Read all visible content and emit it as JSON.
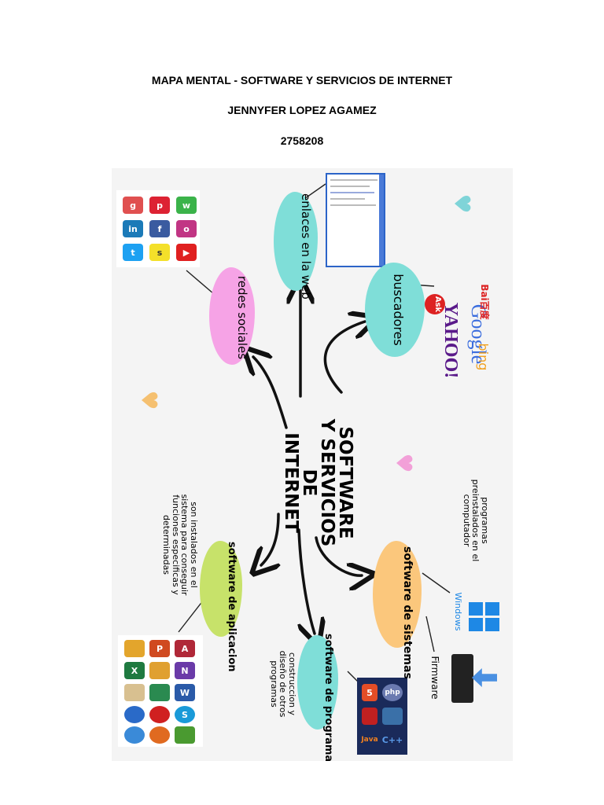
{
  "header": {
    "title": "MAPA MENTAL - SOFTWARE Y SERVICIOS DE INTERNET",
    "author": "JENNYFER LOPEZ AGAMEZ",
    "code": "2758208"
  },
  "center": {
    "line1": "SOFTWARE",
    "line2": "Y SERVICIOS",
    "line3": "DE",
    "line4": "INTERNET"
  },
  "nodes": {
    "enlaces": "enlaces en la web",
    "buscadores": "buscadores",
    "redes": "redes sociales",
    "aplicacion": "software de aplicacion",
    "sistemas": "software de sistemas",
    "programacion": "software de programacion"
  },
  "notes": {
    "aplicacion": "son instalados en el sistema para conseguir funciones especificas y determinadas",
    "sistemas": "programas preinstalados en el computador",
    "programacion": "construccion y diseño de otros programas",
    "firmware": "Firmware",
    "windows": "Windows"
  },
  "brands": {
    "google": "Google",
    "yahoo": "YAHOO!",
    "bing": "bing",
    "baidu": "Bai百度",
    "ask": "Ask"
  },
  "prog_labels": {
    "php": "php",
    "cpp": "C++",
    "java": "Java",
    "html": "5"
  },
  "colors": {
    "enlaces": "#7fded8",
    "buscadores": "#7fded8",
    "redes": "#f6a3e6",
    "aplicacion": "#c7e26a",
    "sistemas": "#fbc77c",
    "programacion": "#7fded8"
  }
}
